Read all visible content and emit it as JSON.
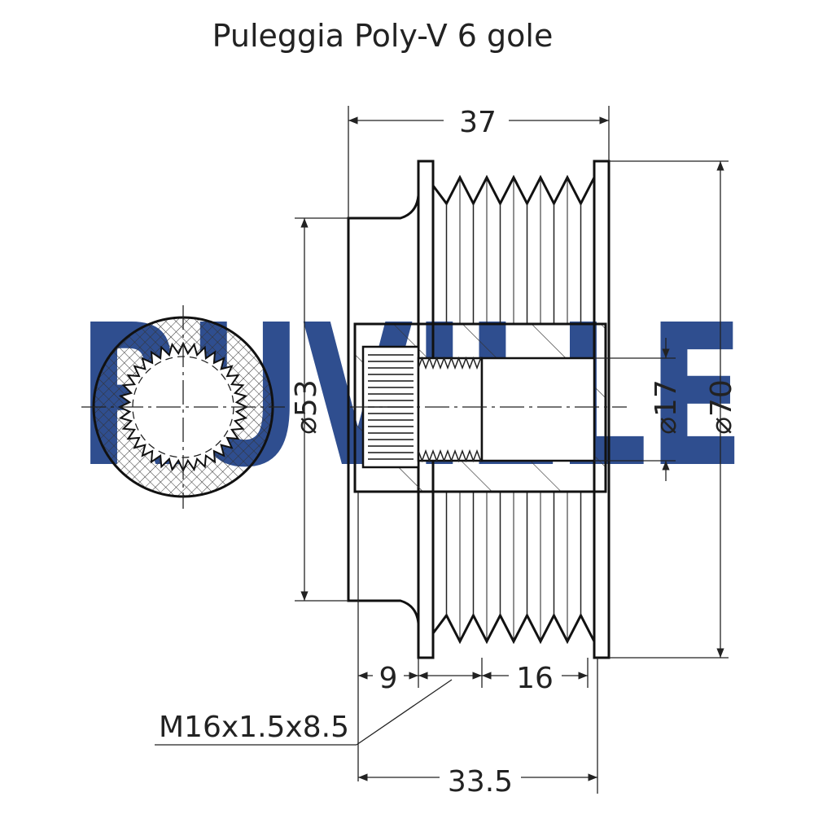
{
  "title": "Puleggia Poly-V 6 gole",
  "watermark": {
    "text": "RUVILLE",
    "color": "#2f4e8f"
  },
  "dimensions": {
    "overall_length": "37",
    "outer_diameter": "70",
    "hub_diameter": "53",
    "bore_diameter": "17",
    "spline_depth": "9",
    "bore_depth": "16",
    "body_length": "33.5",
    "thread": "M16x1.5x8.5",
    "diameter_symbol": "⌀"
  },
  "colors": {
    "line": "#222222",
    "watermark": "#2f4e8f"
  }
}
